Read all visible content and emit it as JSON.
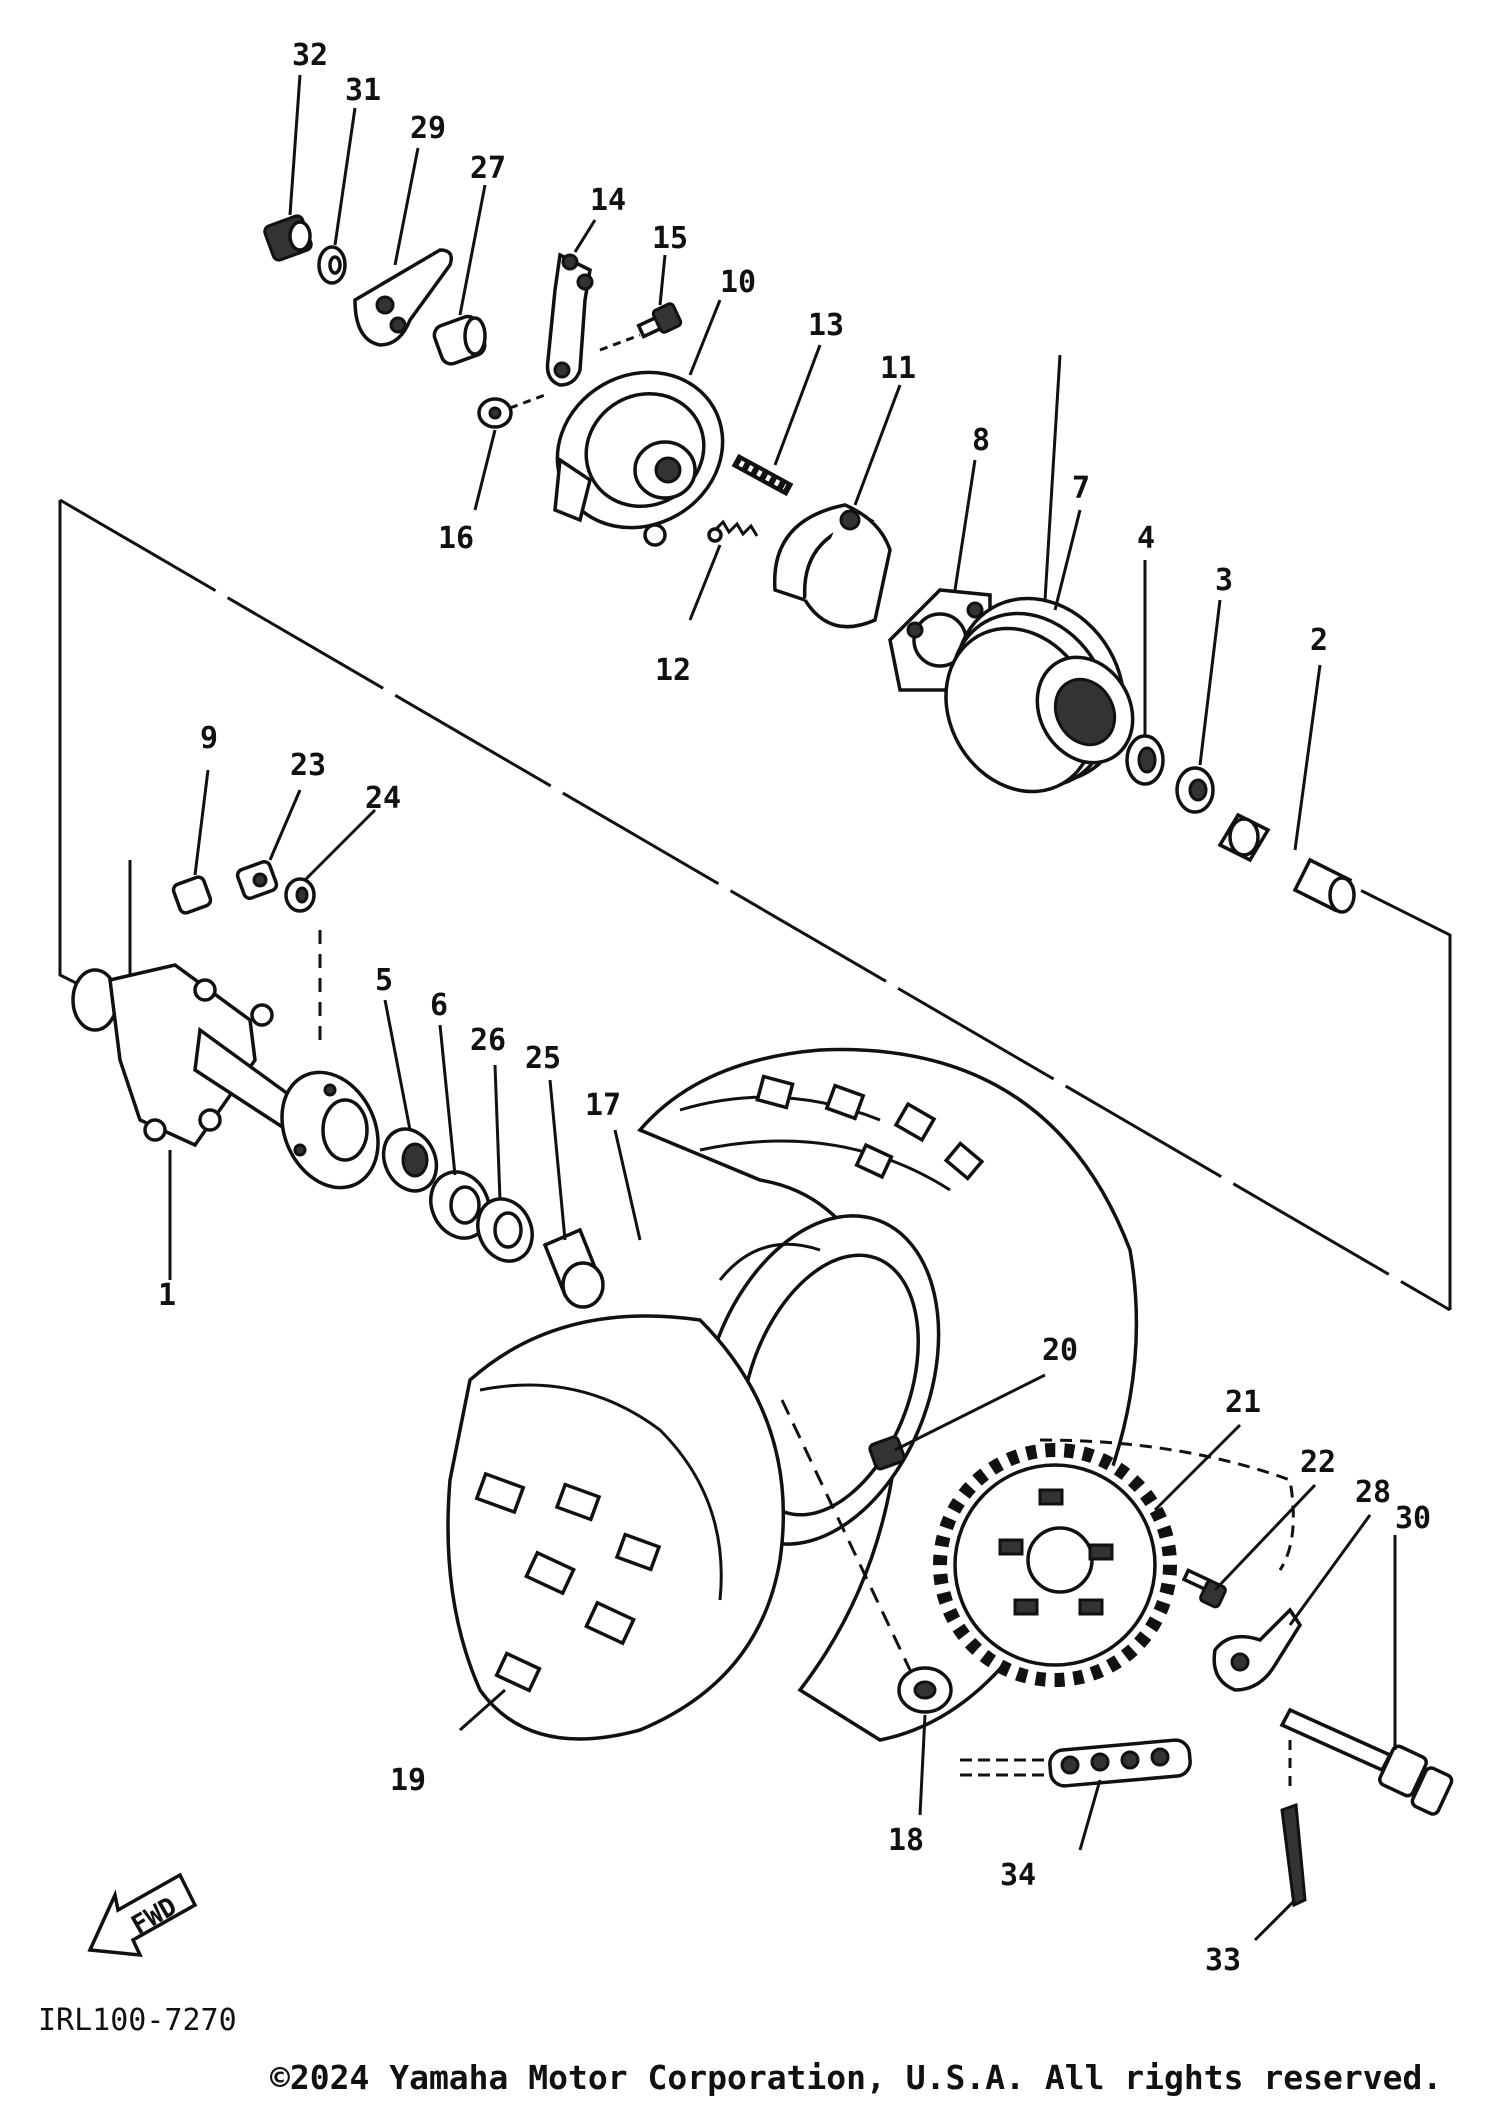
{
  "diagram": {
    "code": "IRL100-7270",
    "direction_label": "FWD",
    "copyright": "©2024 Yamaha Motor Corporation, U.S.A. All rights reserved."
  },
  "callouts": [
    {
      "id": "c1",
      "label": "1"
    },
    {
      "id": "c2",
      "label": "2"
    },
    {
      "id": "c3",
      "label": "3"
    },
    {
      "id": "c4",
      "label": "4"
    },
    {
      "id": "c5",
      "label": "5"
    },
    {
      "id": "c6",
      "label": "6"
    },
    {
      "id": "c7",
      "label": "7"
    },
    {
      "id": "c8",
      "label": "8"
    },
    {
      "id": "c9",
      "label": "9"
    },
    {
      "id": "c10",
      "label": "10"
    },
    {
      "id": "c11",
      "label": "11"
    },
    {
      "id": "c12",
      "label": "12"
    },
    {
      "id": "c13",
      "label": "13"
    },
    {
      "id": "c14",
      "label": "14"
    },
    {
      "id": "c15",
      "label": "15"
    },
    {
      "id": "c16",
      "label": "16"
    },
    {
      "id": "c17",
      "label": "17"
    },
    {
      "id": "c18",
      "label": "18"
    },
    {
      "id": "c19",
      "label": "19"
    },
    {
      "id": "c20",
      "label": "20"
    },
    {
      "id": "c21",
      "label": "21"
    },
    {
      "id": "c22",
      "label": "22"
    },
    {
      "id": "c23",
      "label": "23"
    },
    {
      "id": "c24",
      "label": "24"
    },
    {
      "id": "c25",
      "label": "25"
    },
    {
      "id": "c26",
      "label": "26"
    },
    {
      "id": "c27",
      "label": "27"
    },
    {
      "id": "c28",
      "label": "28"
    },
    {
      "id": "c29",
      "label": "29"
    },
    {
      "id": "c30",
      "label": "30"
    },
    {
      "id": "c31",
      "label": "31"
    },
    {
      "id": "c32",
      "label": "32"
    },
    {
      "id": "c33",
      "label": "33"
    },
    {
      "id": "c34",
      "label": "34"
    }
  ]
}
